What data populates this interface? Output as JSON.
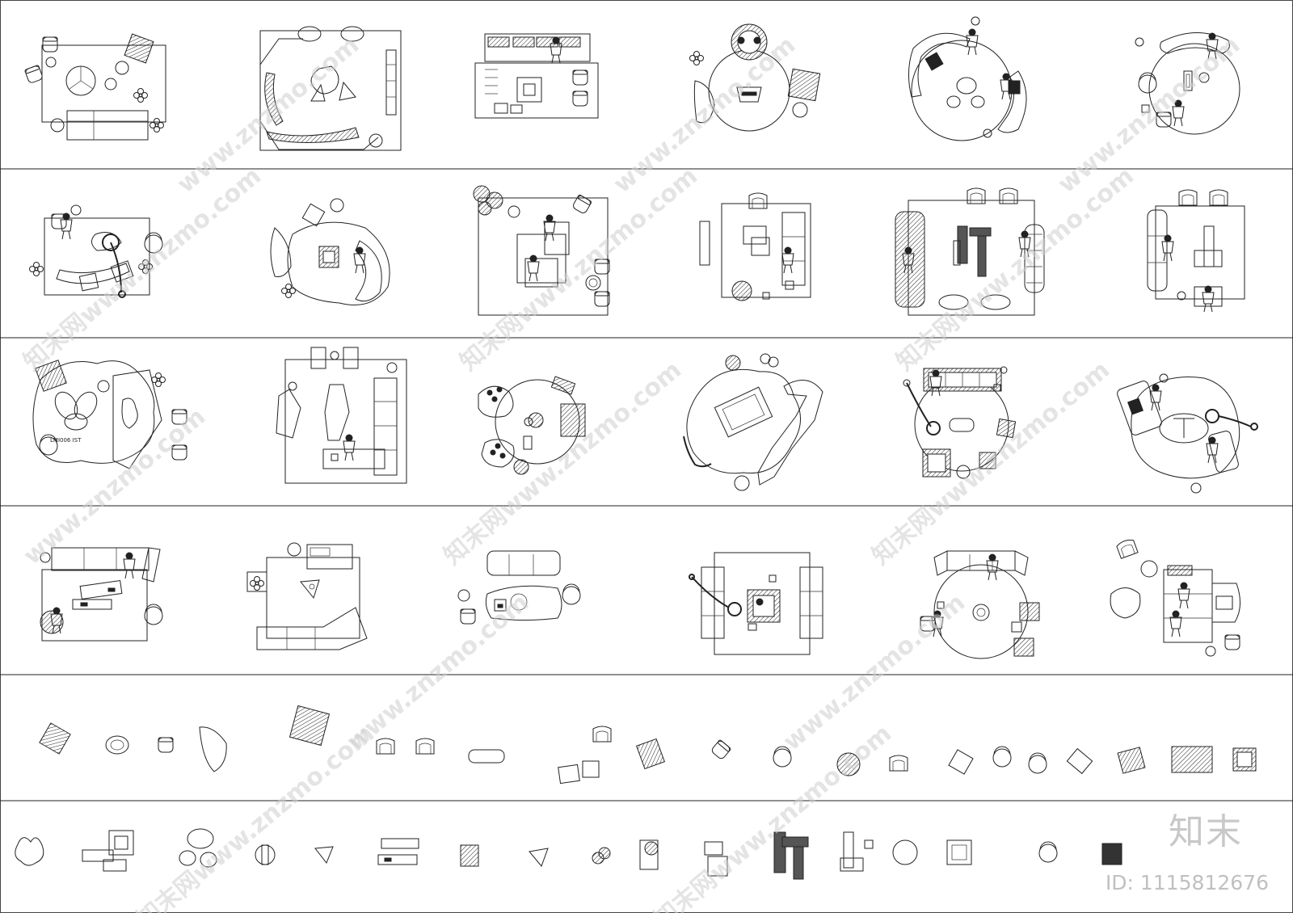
{
  "watermark": {
    "text": "www.znzmo.com",
    "brand": "知末",
    "id_label": "ID: 1115812676"
  },
  "sheet": {
    "rows": 6,
    "row_labels_visible": false,
    "small_label": "LMI006 IST"
  },
  "colors": {
    "line": "#222222",
    "frame": "#444444",
    "watermark": "#cfcfcf",
    "background": "#ffffff"
  }
}
